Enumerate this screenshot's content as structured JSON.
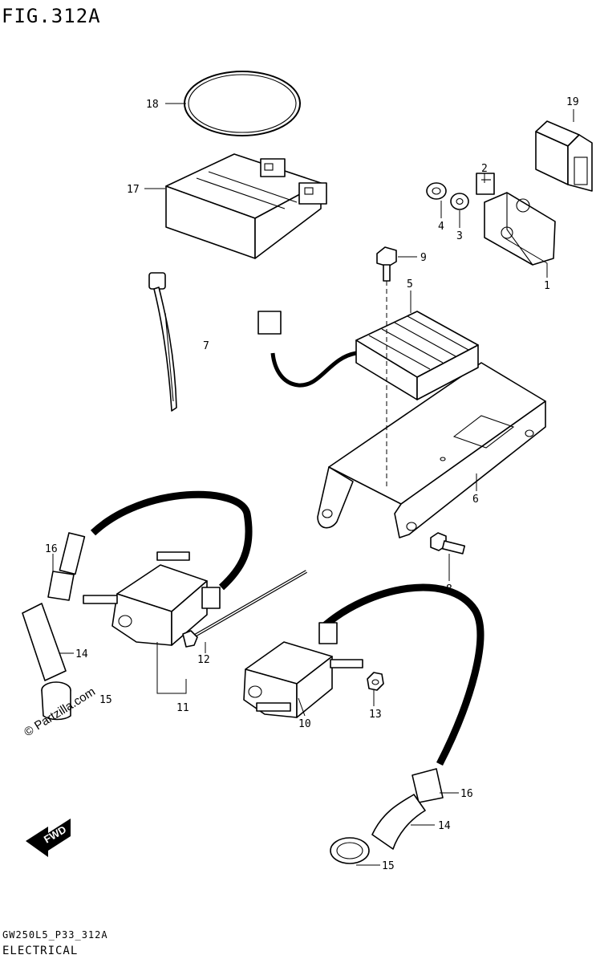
{
  "figure_title": "FIG.312A",
  "drawing_code": "GW250L5_P33_312A",
  "section_title": "ELECTRICAL",
  "watermark": "© Partzilla.com",
  "direction_badge": "FWD",
  "callouts": {
    "c1": "1",
    "c2": "2",
    "c3": "3",
    "c4": "4",
    "c5": "5",
    "c6": "6",
    "c7": "7",
    "c8": "8",
    "c9": "9",
    "c10": "10",
    "c11": "11",
    "c12": "12",
    "c13": "13",
    "c14a": "14",
    "c14b": "14",
    "c15a": "15",
    "c15b": "15",
    "c16a": "16",
    "c16b": "16",
    "c17": "17",
    "c18": "18",
    "c19": "19"
  }
}
